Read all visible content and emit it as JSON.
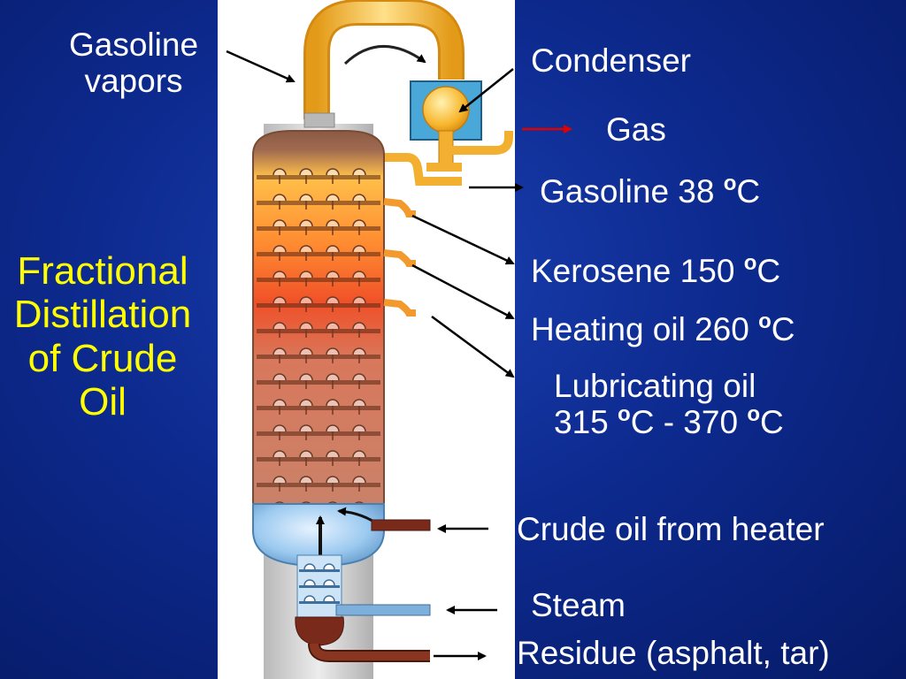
{
  "title": [
    "Fractional",
    "Distillation",
    "of Crude",
    "Oil"
  ],
  "labels": {
    "gasoline_vapors": [
      "Gasoline",
      "vapors"
    ],
    "condenser": "Condenser",
    "gas": "Gas",
    "gasoline": "Gasoline 38 ",
    "kerosene": "Kerosene 150 ",
    "heating_oil": "Heating oil  260 ",
    "lubricating_oil": "Lubricating oil",
    "lubricating_temp_a": "315 ",
    "lubricating_temp_b": "C - 370 ",
    "crude_oil": "Crude oil from heater",
    "steam": "Steam",
    "residue": "Residue (asphalt, tar)",
    "degree_mark": "o",
    "celsius": "C"
  },
  "colors": {
    "background": "#0d2a8f",
    "title": "#ffff00",
    "label": "#ffffff",
    "gas_arrow": "#e00000",
    "pipe": "#f5b82e",
    "condenser_box": "#4aa8d8",
    "column_top": "#8a5a44",
    "brick": "#c9826a",
    "vessel": "#8fbfe8",
    "residue": "#7a2a1a"
  }
}
